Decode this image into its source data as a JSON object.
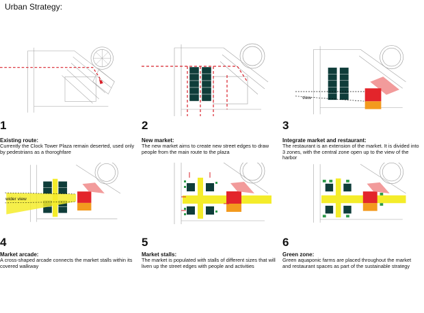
{
  "title": "Urban Strategy:",
  "panels": [
    {
      "number": "1",
      "caption_title": "Existing route:",
      "caption_body": "Currently the Clock Tower Plaza remain deserted, used only by pedestrians as a thoroghfare"
    },
    {
      "number": "2",
      "caption_title": "New market:",
      "caption_body": "The new market aims to create new street edges to draw people from the main route to the plaza"
    },
    {
      "number": "3",
      "caption_title": "Integrate market and restaurant:",
      "caption_body": "The restaurant is an extension of the market. It is divided into 3 zones, with the central zone open up to the view of the harbor",
      "note": "view"
    },
    {
      "number": "4",
      "caption_title": "Market arcade:",
      "caption_body": "A cross-shaped arcade connects the market stalls within its covered walkway",
      "note": "wider view"
    },
    {
      "number": "5",
      "caption_title": "Market stalls:",
      "caption_body": "The market is populated with stalls of different sizes that will liven up the street edges with people and activities"
    },
    {
      "number": "6",
      "caption_title": "Green zone:",
      "caption_body": "Green aquaponic farms are placed throughout the market and restaurant spaces as part of the sustainable strategy"
    }
  ],
  "colors": {
    "market": "#0f3d3a",
    "arcade": "#f4ec2a",
    "restaurant_red": "#e3252b",
    "restaurant_pink": "#f08a8a",
    "restaurant_orange": "#f39a1e",
    "route": "#d8202a",
    "green_farm": "#2e9a4a",
    "plan_line": "#9a9a9a"
  }
}
